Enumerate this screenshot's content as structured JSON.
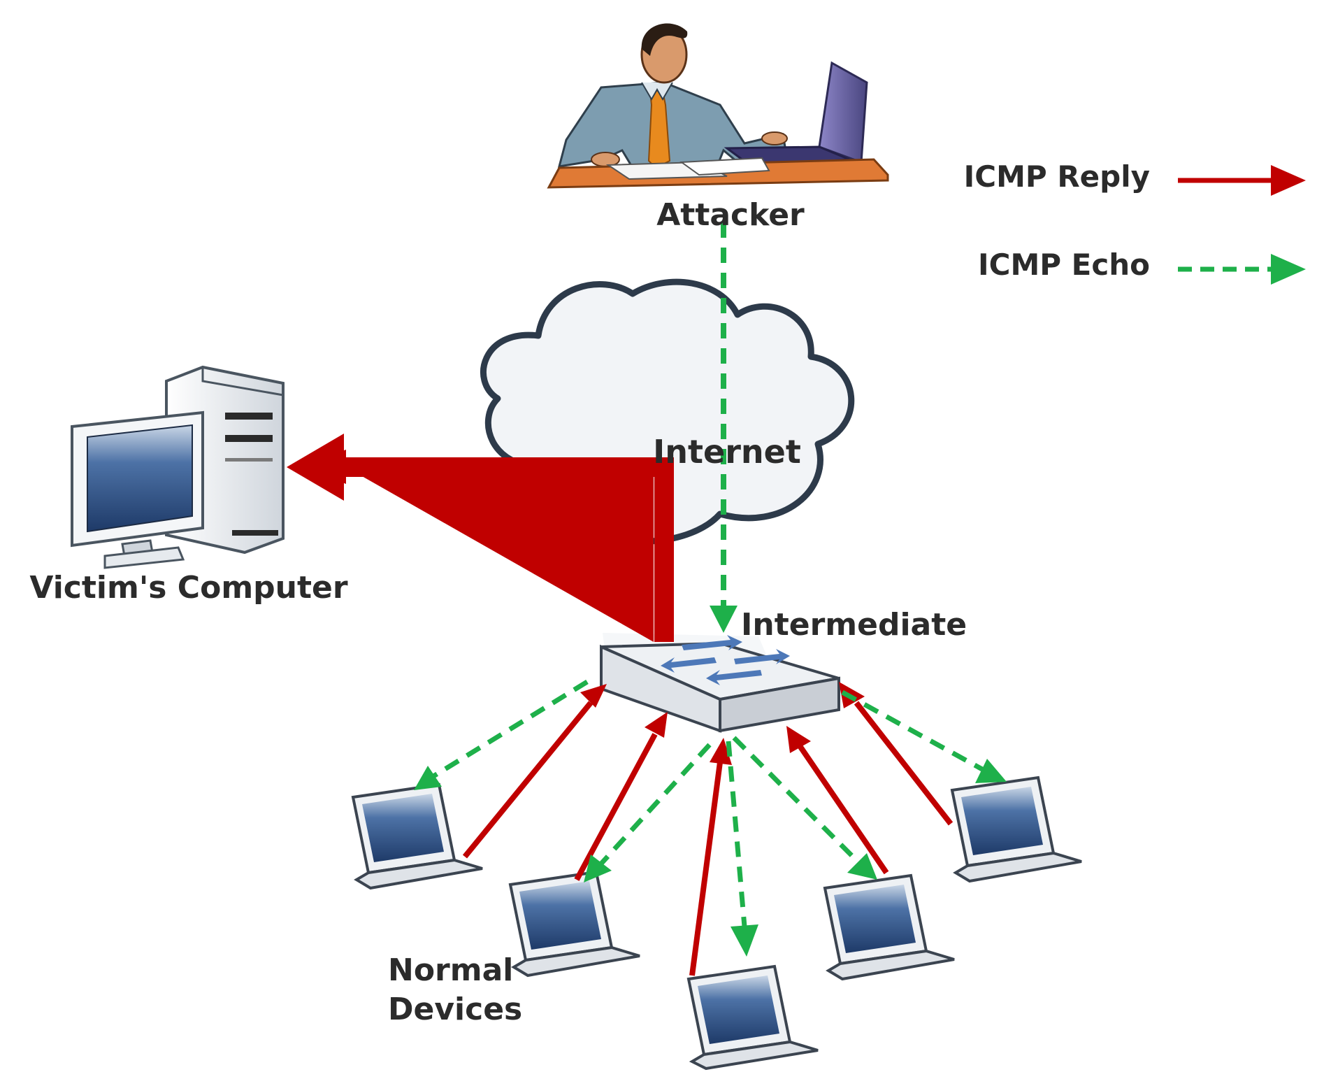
{
  "labels": {
    "attacker": "Attacker",
    "internet": "Internet",
    "victim": "Victim's Computer",
    "intermediate": "Intermediate",
    "normal_line1": "Normal",
    "normal_line2": "Devices"
  },
  "legend": {
    "reply_label": "ICMP Reply",
    "echo_label": "ICMP Echo"
  },
  "colors": {
    "reply": "#c00000",
    "echo": "#1eb04a",
    "cloud_fill": "#f2f4f7",
    "cloud_stroke": "#2d3a4a",
    "screen": "#3b5f92",
    "desk": "#e07a35",
    "shirt": "#7d9db0",
    "tie": "#e88a1e"
  },
  "icons": {
    "attacker": "person-at-laptop-icon",
    "victim": "desktop-computer-icon",
    "switch": "network-switch-icon",
    "device": "laptop-icon",
    "cloud": "cloud-icon"
  }
}
